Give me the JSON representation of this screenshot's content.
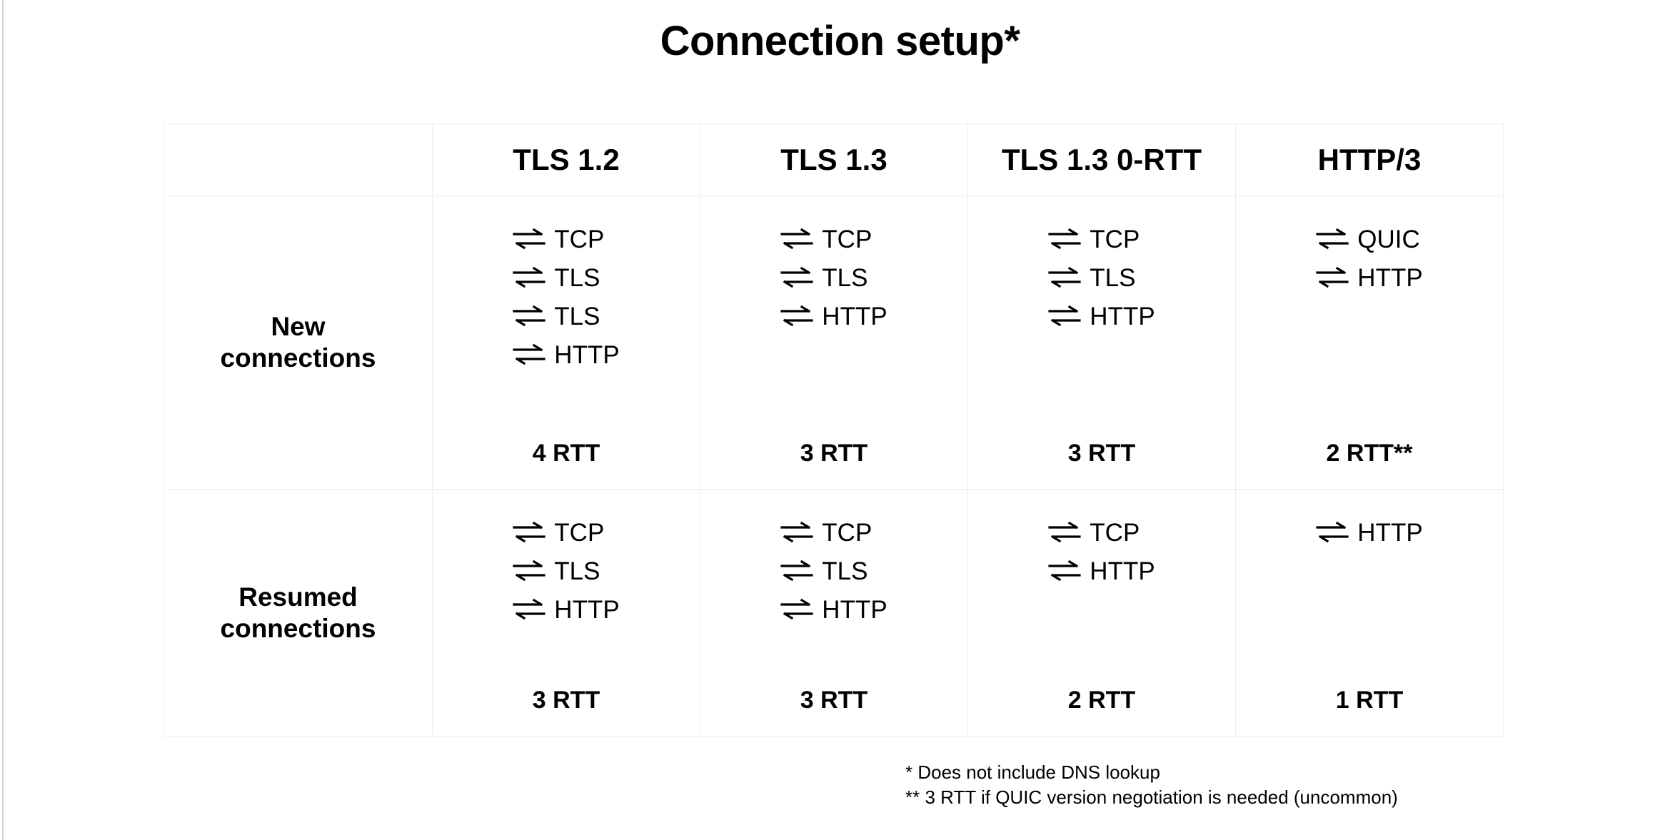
{
  "slide": {
    "title": "Connection setup*",
    "arrow_icon_name": "round-trip-arrows-icon"
  },
  "table": {
    "corner_label": "",
    "headers": [
      "TLS 1.2",
      "TLS 1.3",
      "TLS 1.3 0-RTT",
      "HTTP/3"
    ],
    "rows": [
      {
        "label_line1": "New",
        "label_line2": "connections",
        "cells": [
          {
            "steps": [
              "TCP",
              "TLS",
              "TLS",
              "HTTP"
            ],
            "rtt": "4 RTT"
          },
          {
            "steps": [
              "TCP",
              "TLS",
              "HTTP"
            ],
            "rtt": "3 RTT"
          },
          {
            "steps": [
              "TCP",
              "TLS",
              "HTTP"
            ],
            "rtt": "3 RTT"
          },
          {
            "steps": [
              "QUIC",
              "HTTP"
            ],
            "rtt": "2 RTT**"
          }
        ]
      },
      {
        "label_line1": "Resumed",
        "label_line2": "connections",
        "cells": [
          {
            "steps": [
              "TCP",
              "TLS",
              "HTTP"
            ],
            "rtt": "3 RTT"
          },
          {
            "steps": [
              "TCP",
              "TLS",
              "HTTP"
            ],
            "rtt": "3 RTT"
          },
          {
            "steps": [
              "TCP",
              "HTTP"
            ],
            "rtt": "2 RTT"
          },
          {
            "steps": [
              "HTTP"
            ],
            "rtt": "1 RTT"
          }
        ]
      }
    ]
  },
  "footnotes": [
    "* Does not include DNS lookup",
    "** 3 RTT if QUIC version negotiation is needed (uncommon)"
  ],
  "colors": {
    "text": "#000000",
    "background": "#ffffff",
    "table_border": "#ececec",
    "slide_edge": "#d2d4d7"
  }
}
